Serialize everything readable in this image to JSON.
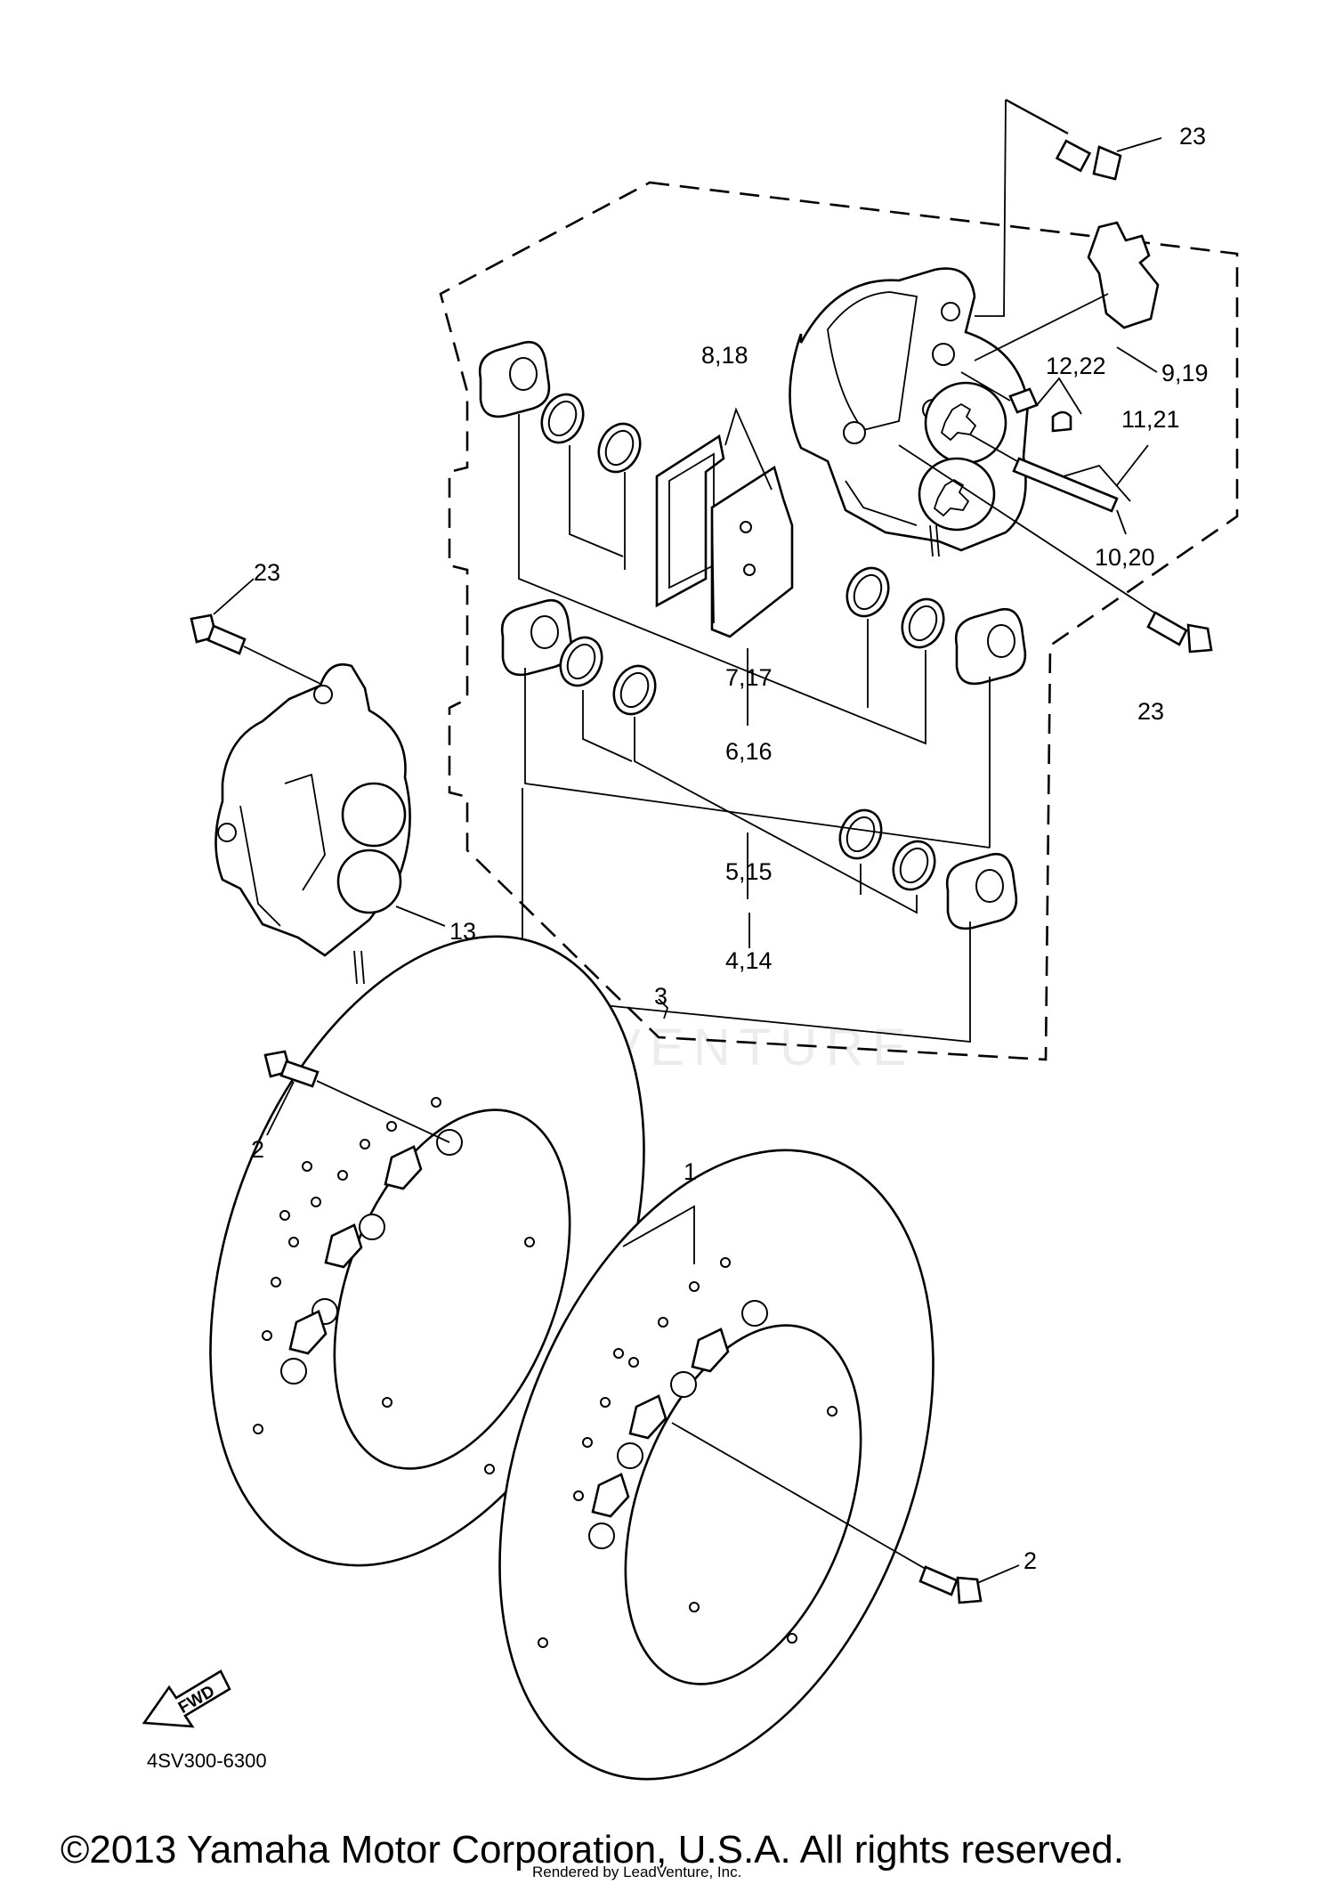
{
  "callouts": {
    "c1": "1",
    "c2_left": "2",
    "c2_right": "2",
    "c3": "3",
    "c4_14": "4,14",
    "c5_15": "5,15",
    "c6_16": "6,16",
    "c7_17": "7,17",
    "c8_18": "8,18",
    "c9_19": "9,19",
    "c10_20": "10,20",
    "c11_21": "11,21",
    "c12_22": "12,22",
    "c13": "13",
    "c23_top": "23",
    "c23_left": "23",
    "c23_right": "23"
  },
  "fwd_label": "FWD",
  "diagram_code": "4SV300-6300",
  "watermark": "LEADVENTURE",
  "copyright": "©2013 Yamaha Motor Corporation, U.S.A. All rights reserved.",
  "rendered_by": "Rendered by LeadVenture, Inc."
}
